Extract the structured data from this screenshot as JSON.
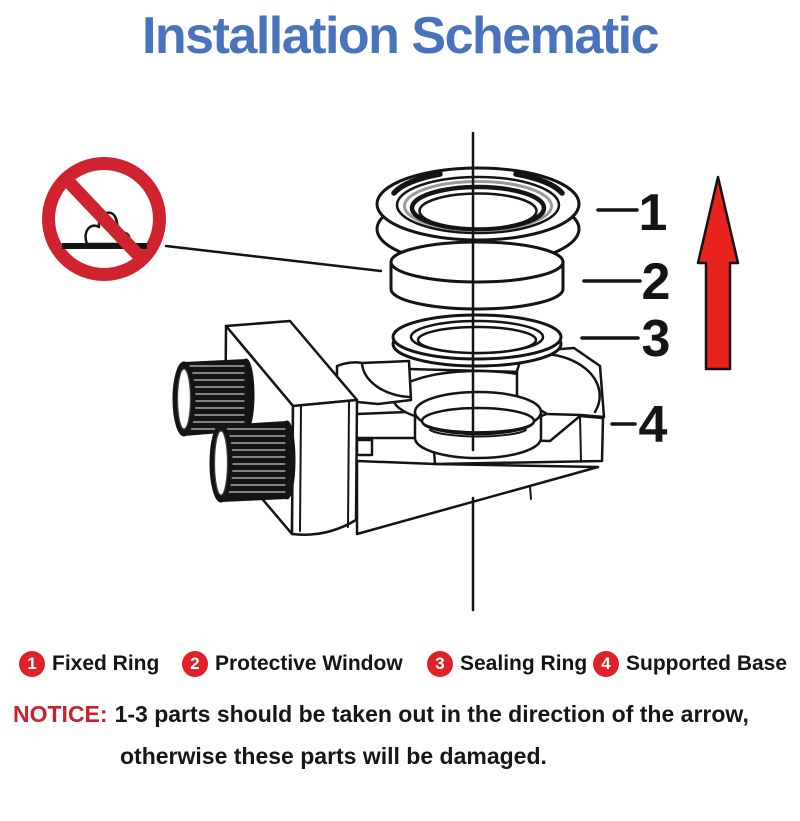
{
  "title": "Installation Schematic",
  "colors": {
    "title_blue": "#4a73bd",
    "legend_badge_red": "#e02128",
    "arrow_red": "#e8231d",
    "notice_red": "#c9222b",
    "prohibition_red": "#cf2430",
    "line_black": "#141414"
  },
  "callouts": [
    {
      "num": "1",
      "label": "Fixed Ring"
    },
    {
      "num": "2",
      "label": "Protective Window"
    },
    {
      "num": "3",
      "label": "Sealing Ring"
    },
    {
      "num": "4",
      "label": "Supported Base"
    }
  ],
  "notice": {
    "label": "NOTICE:",
    "line1": "1-3 parts should be taken out in the direction of the arrow,",
    "line2": "otherwise these parts will be damaged."
  },
  "icons": {
    "prohibition": "no-touch-icon",
    "direction": "up-arrow-icon"
  }
}
